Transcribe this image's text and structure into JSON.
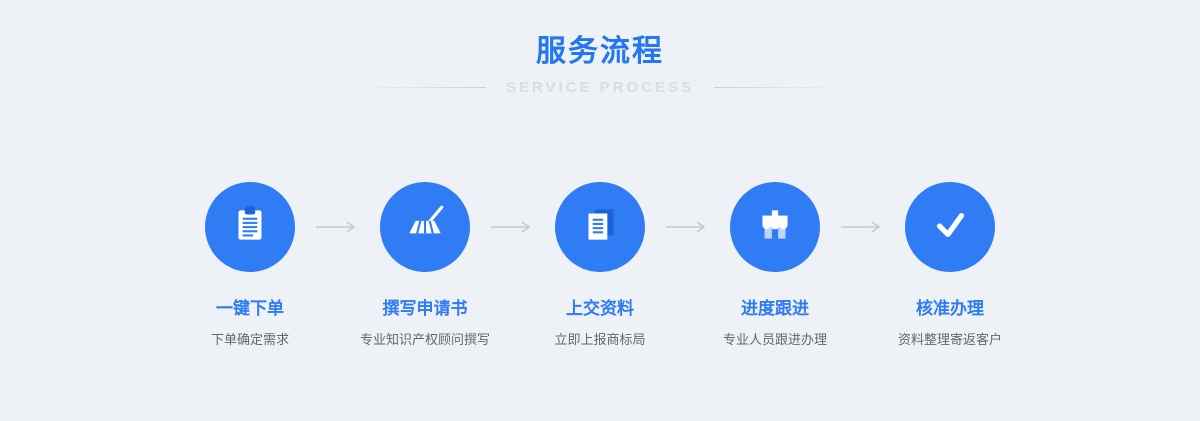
{
  "header": {
    "title": "服务流程",
    "subtitle": "SERVICE  PROCESS"
  },
  "steps": [
    {
      "title": "一键下单",
      "desc": "下单确定需求",
      "icon": "clipboard-icon"
    },
    {
      "title": "撰写申请书",
      "desc": "专业知识产权顾问撰写",
      "icon": "writing-brush-icon"
    },
    {
      "title": "上交资料",
      "desc": "立即上报商标局",
      "icon": "documents-icon"
    },
    {
      "title": "进度跟进",
      "desc": "专业人员跟进办理",
      "icon": "storefront-icon"
    },
    {
      "title": "核准办理",
      "desc": "资料整理寄返客户",
      "icon": "checkmark-icon"
    }
  ],
  "colors": {
    "accent_blue": "#2f7cf5",
    "title_blue": "#2377f0",
    "dark_icon_blue": "#1d64dc",
    "light_icon_blue": "#bcd7fd",
    "subtitle_gray": "#d8dde3",
    "desc_gray": "#666666",
    "arrow_gray": "#c2cad3",
    "background": "#eef2f7"
  }
}
